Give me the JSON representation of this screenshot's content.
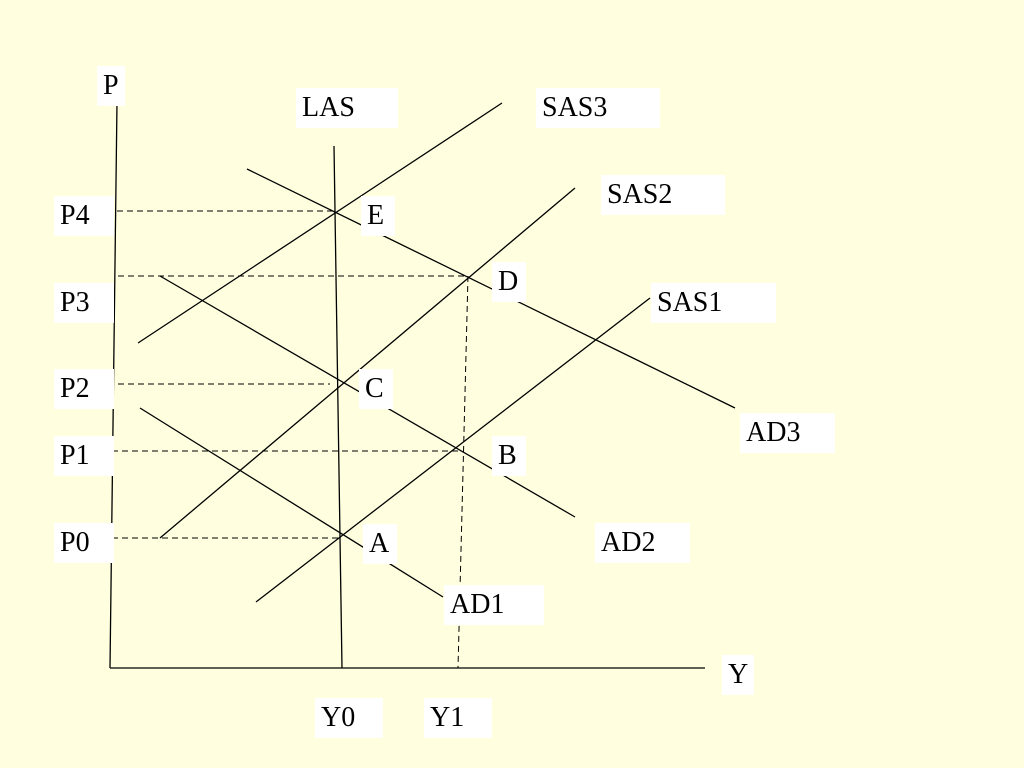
{
  "axes": {
    "y_axis_label": "P",
    "x_axis_label": "Y"
  },
  "curves": {
    "las": "LAS",
    "sas1": "SAS1",
    "sas2": "SAS2",
    "sas3": "SAS3",
    "ad1": "AD1",
    "ad2": "AD2",
    "ad3": "AD3"
  },
  "points": {
    "a": "A",
    "b": "B",
    "c": "C",
    "d": "D",
    "e": "E"
  },
  "price_levels": {
    "p0": "P0",
    "p1": "P1",
    "p2": "P2",
    "p3": "P3",
    "p4": "P4"
  },
  "output_levels": {
    "y0": "Y0",
    "y1": "Y1"
  },
  "colors": {
    "background": "#FFFFE0",
    "line": "#000000",
    "label_box": "#FFFFFF"
  }
}
